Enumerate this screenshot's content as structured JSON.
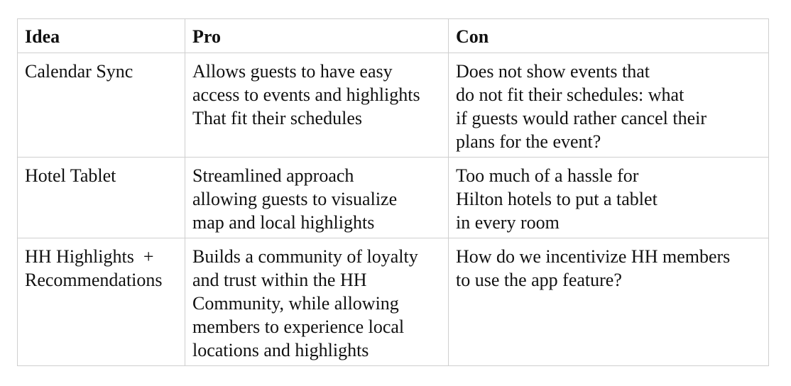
{
  "table": {
    "headers": [
      "Idea",
      "Pro",
      "Con"
    ],
    "rows": [
      {
        "idea": [
          "Calendar Sync"
        ],
        "pro": [
          "Allows guests to have easy",
          "access to events and highlights",
          "That fit their schedules"
        ],
        "con": [
          "Does not show events that",
          "do not fit their schedules: what",
          "if guests would rather cancel their",
          "plans for the event?"
        ]
      },
      {
        "idea": [
          "Hotel Tablet"
        ],
        "pro": [
          "Streamlined approach",
          "allowing guests to visualize",
          "map and local highlights"
        ],
        "con": [
          "Too much of a hassle for",
          "Hilton hotels to put a tablet",
          "in every room"
        ]
      },
      {
        "idea": [
          "HH Highlights  +",
          "Recommendations"
        ],
        "pro": [
          "Builds a community of loyalty",
          "and trust within the HH",
          "Community, while allowing",
          "members to experience local",
          "locations and highlights"
        ],
        "con": [
          "How do we incentivize HH members",
          "to use the app feature?"
        ]
      }
    ]
  }
}
